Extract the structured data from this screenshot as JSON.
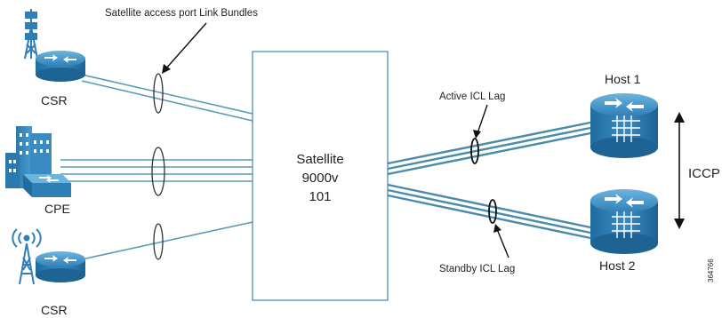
{
  "annotation": {
    "access_bundles": "Satellite access port Link Bundles",
    "active_icl": "Active ICL Lag",
    "standby_icl": "Standby ICL Lag",
    "iccp": "ICCP"
  },
  "satellite": {
    "line1": "Satellite",
    "line2": "9000v",
    "line3": "101"
  },
  "nodes": {
    "csr_top": "CSR",
    "cpe": "CPE",
    "csr_bottom": "CSR",
    "host1": "Host 1",
    "host2": "Host 2"
  },
  "figure_id": "364766",
  "colors": {
    "link": "#5b9bb8",
    "device_blue": "#3a8bc2",
    "device_dark": "#1f6c9e",
    "box_border": "#3b87b0"
  },
  "icons": [
    "cell-tower-icon",
    "router-icon",
    "building-icon",
    "switch-icon",
    "antenna-tower-icon",
    "host-router-icon"
  ]
}
